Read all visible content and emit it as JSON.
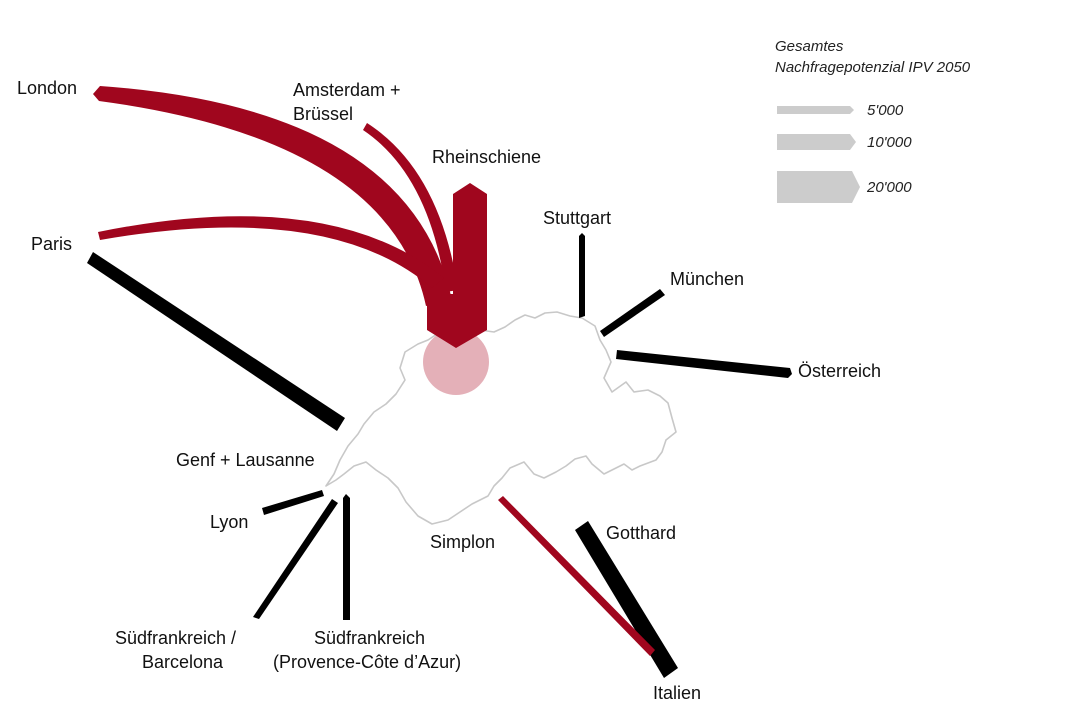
{
  "legend": {
    "title_line1": "Gesamtes",
    "title_line2": "Nachfragepotenzial IPV 2050",
    "color": "#cccccc",
    "entries": [
      {
        "label": "5'000",
        "value": 5000
      },
      {
        "label": "10'000",
        "value": 10000
      },
      {
        "label": "20'000",
        "value": 20000
      }
    ]
  },
  "colors": {
    "highlight": "#a0061e",
    "standard": "#000000",
    "hub": "#e4b0b8",
    "border": "#c8c8c8"
  },
  "places": {
    "london": "London",
    "amsterdam_line1": "Amsterdam +",
    "amsterdam_line2": "Brüssel",
    "rheinschiene": "Rheinschiene",
    "paris": "Paris",
    "stuttgart": "Stuttgart",
    "muenchen": "München",
    "oesterreich": "Österreich",
    "genf": "Genf + Lausanne",
    "lyon": "Lyon",
    "suedfr_barcelona_line1": "Südfrankreich /",
    "suedfr_barcelona_line2": "Barcelona",
    "suedfr_provence_line1": "Südfrankreich",
    "suedfr_provence_line2": "(Provence-Côte d’Azur)",
    "simplon": "Simplon",
    "gotthard": "Gotthard",
    "italien": "Italien"
  }
}
